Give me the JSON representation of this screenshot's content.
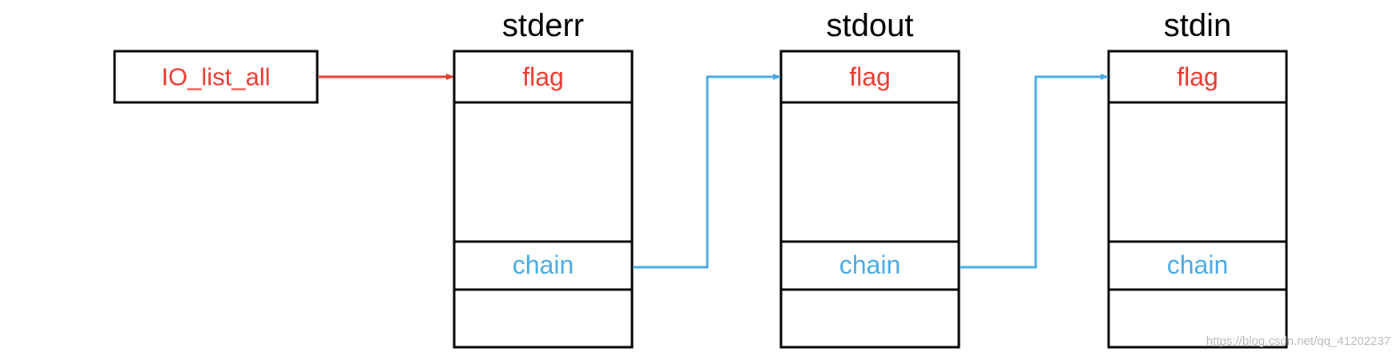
{
  "colors": {
    "red": "#e8392c",
    "blue": "#47a9e3",
    "stroke": "#000000",
    "watermark": "#b9b9b9"
  },
  "head_pointer": {
    "label": "IO_list_all"
  },
  "structs": [
    {
      "title": "stderr",
      "flag_label": "flag",
      "chain_label": "chain"
    },
    {
      "title": "stdout",
      "flag_label": "flag",
      "chain_label": "chain"
    },
    {
      "title": "stdin",
      "flag_label": "flag",
      "chain_label": "chain"
    }
  ],
  "watermark": {
    "text": "https://blog.csdn.net/qq_41202237"
  }
}
